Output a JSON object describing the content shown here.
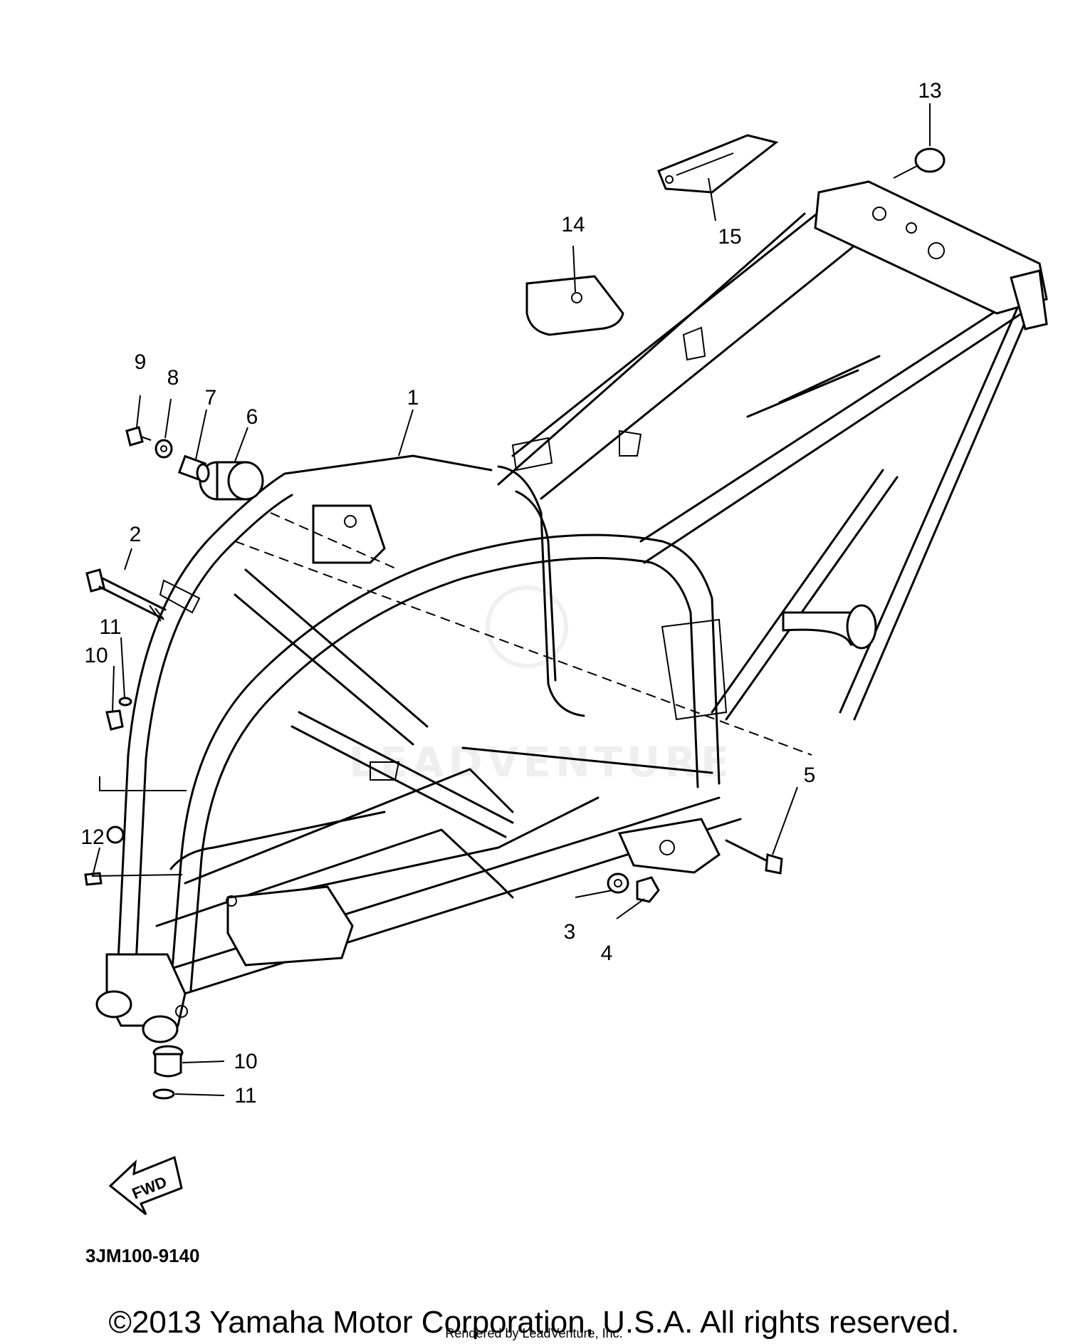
{
  "diagram": {
    "callouts": [
      "1",
      "2",
      "3",
      "4",
      "5",
      "6",
      "7",
      "8",
      "9",
      "10",
      "11",
      "12",
      "13",
      "14",
      "15",
      "10",
      "11"
    ],
    "drawing_code": "3JM100-9140",
    "fwd_label": "FWD",
    "watermark": "LEADVENTURE",
    "copyright": "©2013 Yamaha Motor Corporation, U.S.A. All rights reserved.",
    "rendered_by": "Rendered by LeadVenture, Inc."
  }
}
